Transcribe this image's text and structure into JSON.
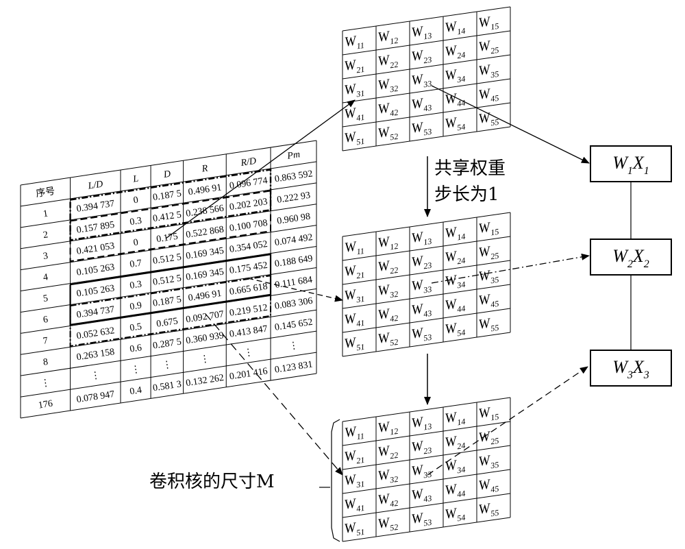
{
  "table": {
    "headers": [
      "序号",
      "L/D",
      "L",
      "D",
      "R",
      "R/D",
      "Pm"
    ],
    "rows": [
      [
        "1",
        "0.394 737",
        "0",
        "0.187 5",
        "0.496 91",
        "0.096 774",
        "0.863 592"
      ],
      [
        "2",
        "0.157 895",
        "0.3",
        "0.412 5",
        "0.238 566",
        "0.202 203",
        "0.222 93"
      ],
      [
        "3",
        "0.421 053",
        "0",
        "0.175",
        "0.522 868",
        "0.100 708",
        "0.960 98"
      ],
      [
        "4",
        "0.105 263",
        "0.7",
        "0.512 5",
        "0.169 345",
        "0.354 052",
        "0.074 492"
      ],
      [
        "5",
        "0.105 263",
        "0.3",
        "0.512 5",
        "0.169 345",
        "0.175 452",
        "0.188 649"
      ],
      [
        "6",
        "0.394 737",
        "0.9",
        "0.187 5",
        "0.496 91",
        "0.665 618",
        "0.111 684"
      ],
      [
        "7",
        "0.052 632",
        "0.5",
        "0.675",
        "0.092 707",
        "0.219 512",
        "0.083 306"
      ],
      [
        "8",
        "0.263 158",
        "0.6",
        "0.287 5",
        "0.360 939",
        "0.413 847",
        "0.145 652"
      ],
      [
        "⋮",
        "⋮",
        "⋮",
        "⋮",
        "⋮",
        "⋮",
        "⋮"
      ],
      [
        "176",
        "0.078 947",
        "0.4",
        "0.581 3",
        "0.132 262",
        "0.201 416",
        "0.123 831"
      ]
    ]
  },
  "kernel": {
    "letter": "W",
    "subscripts": [
      [
        "11",
        "12",
        "13",
        "14",
        "15"
      ],
      [
        "21",
        "22",
        "23",
        "24",
        "25"
      ],
      [
        "31",
        "32",
        "33",
        "34",
        "35"
      ],
      [
        "41",
        "42",
        "43",
        "44",
        "45"
      ],
      [
        "51",
        "52",
        "53",
        "54",
        "55"
      ]
    ]
  },
  "labels": {
    "shared_weights": "共享权重",
    "stride": "步长为1",
    "kernel_size": "卷积核的尺寸M"
  },
  "outputs": [
    {
      "w": "W",
      "w_sub": "1",
      "x": "X",
      "x_sub": "1"
    },
    {
      "w": "W",
      "w_sub": "2",
      "x": "X",
      "x_sub": "2"
    },
    {
      "w": "W",
      "w_sub": "3",
      "x": "X",
      "x_sub": "3"
    }
  ]
}
